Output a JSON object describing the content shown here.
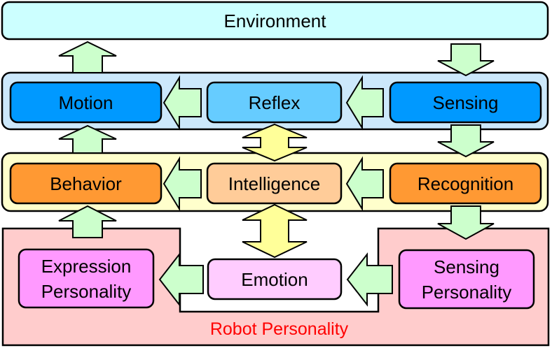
{
  "environment": {
    "label": "Environment",
    "fill": "#ccffff"
  },
  "layers": {
    "top": {
      "fill": "#cce8fb"
    },
    "middle": {
      "fill": "#ffffcc"
    },
    "bottom": {
      "fill": "#ffcccc",
      "label": "Robot Personality",
      "label_color": "#ff0000"
    }
  },
  "nodes": {
    "motion": {
      "label": "Motion",
      "fill": "#0099ff"
    },
    "reflex": {
      "label": "Reflex",
      "fill": "#66ccff"
    },
    "sensing": {
      "label": "Sensing",
      "fill": "#0099ff"
    },
    "behavior": {
      "label": "Behavior",
      "fill": "#ff9933"
    },
    "intelligence": {
      "label": "Intelligence",
      "fill": "#ffcc99"
    },
    "recognition": {
      "label": "Recognition",
      "fill": "#ff9933"
    },
    "expression_personality": {
      "label": "Expression\nPersonality",
      "fill": "#ff99ff"
    },
    "emotion": {
      "label": "Emotion",
      "fill": "#ffccff"
    },
    "sensing_personality": {
      "label": "Sensing\nPersonality",
      "fill": "#ff99ff"
    }
  },
  "arrow_colors": {
    "green": "#ccffcc",
    "yellow": "#ffff99"
  }
}
